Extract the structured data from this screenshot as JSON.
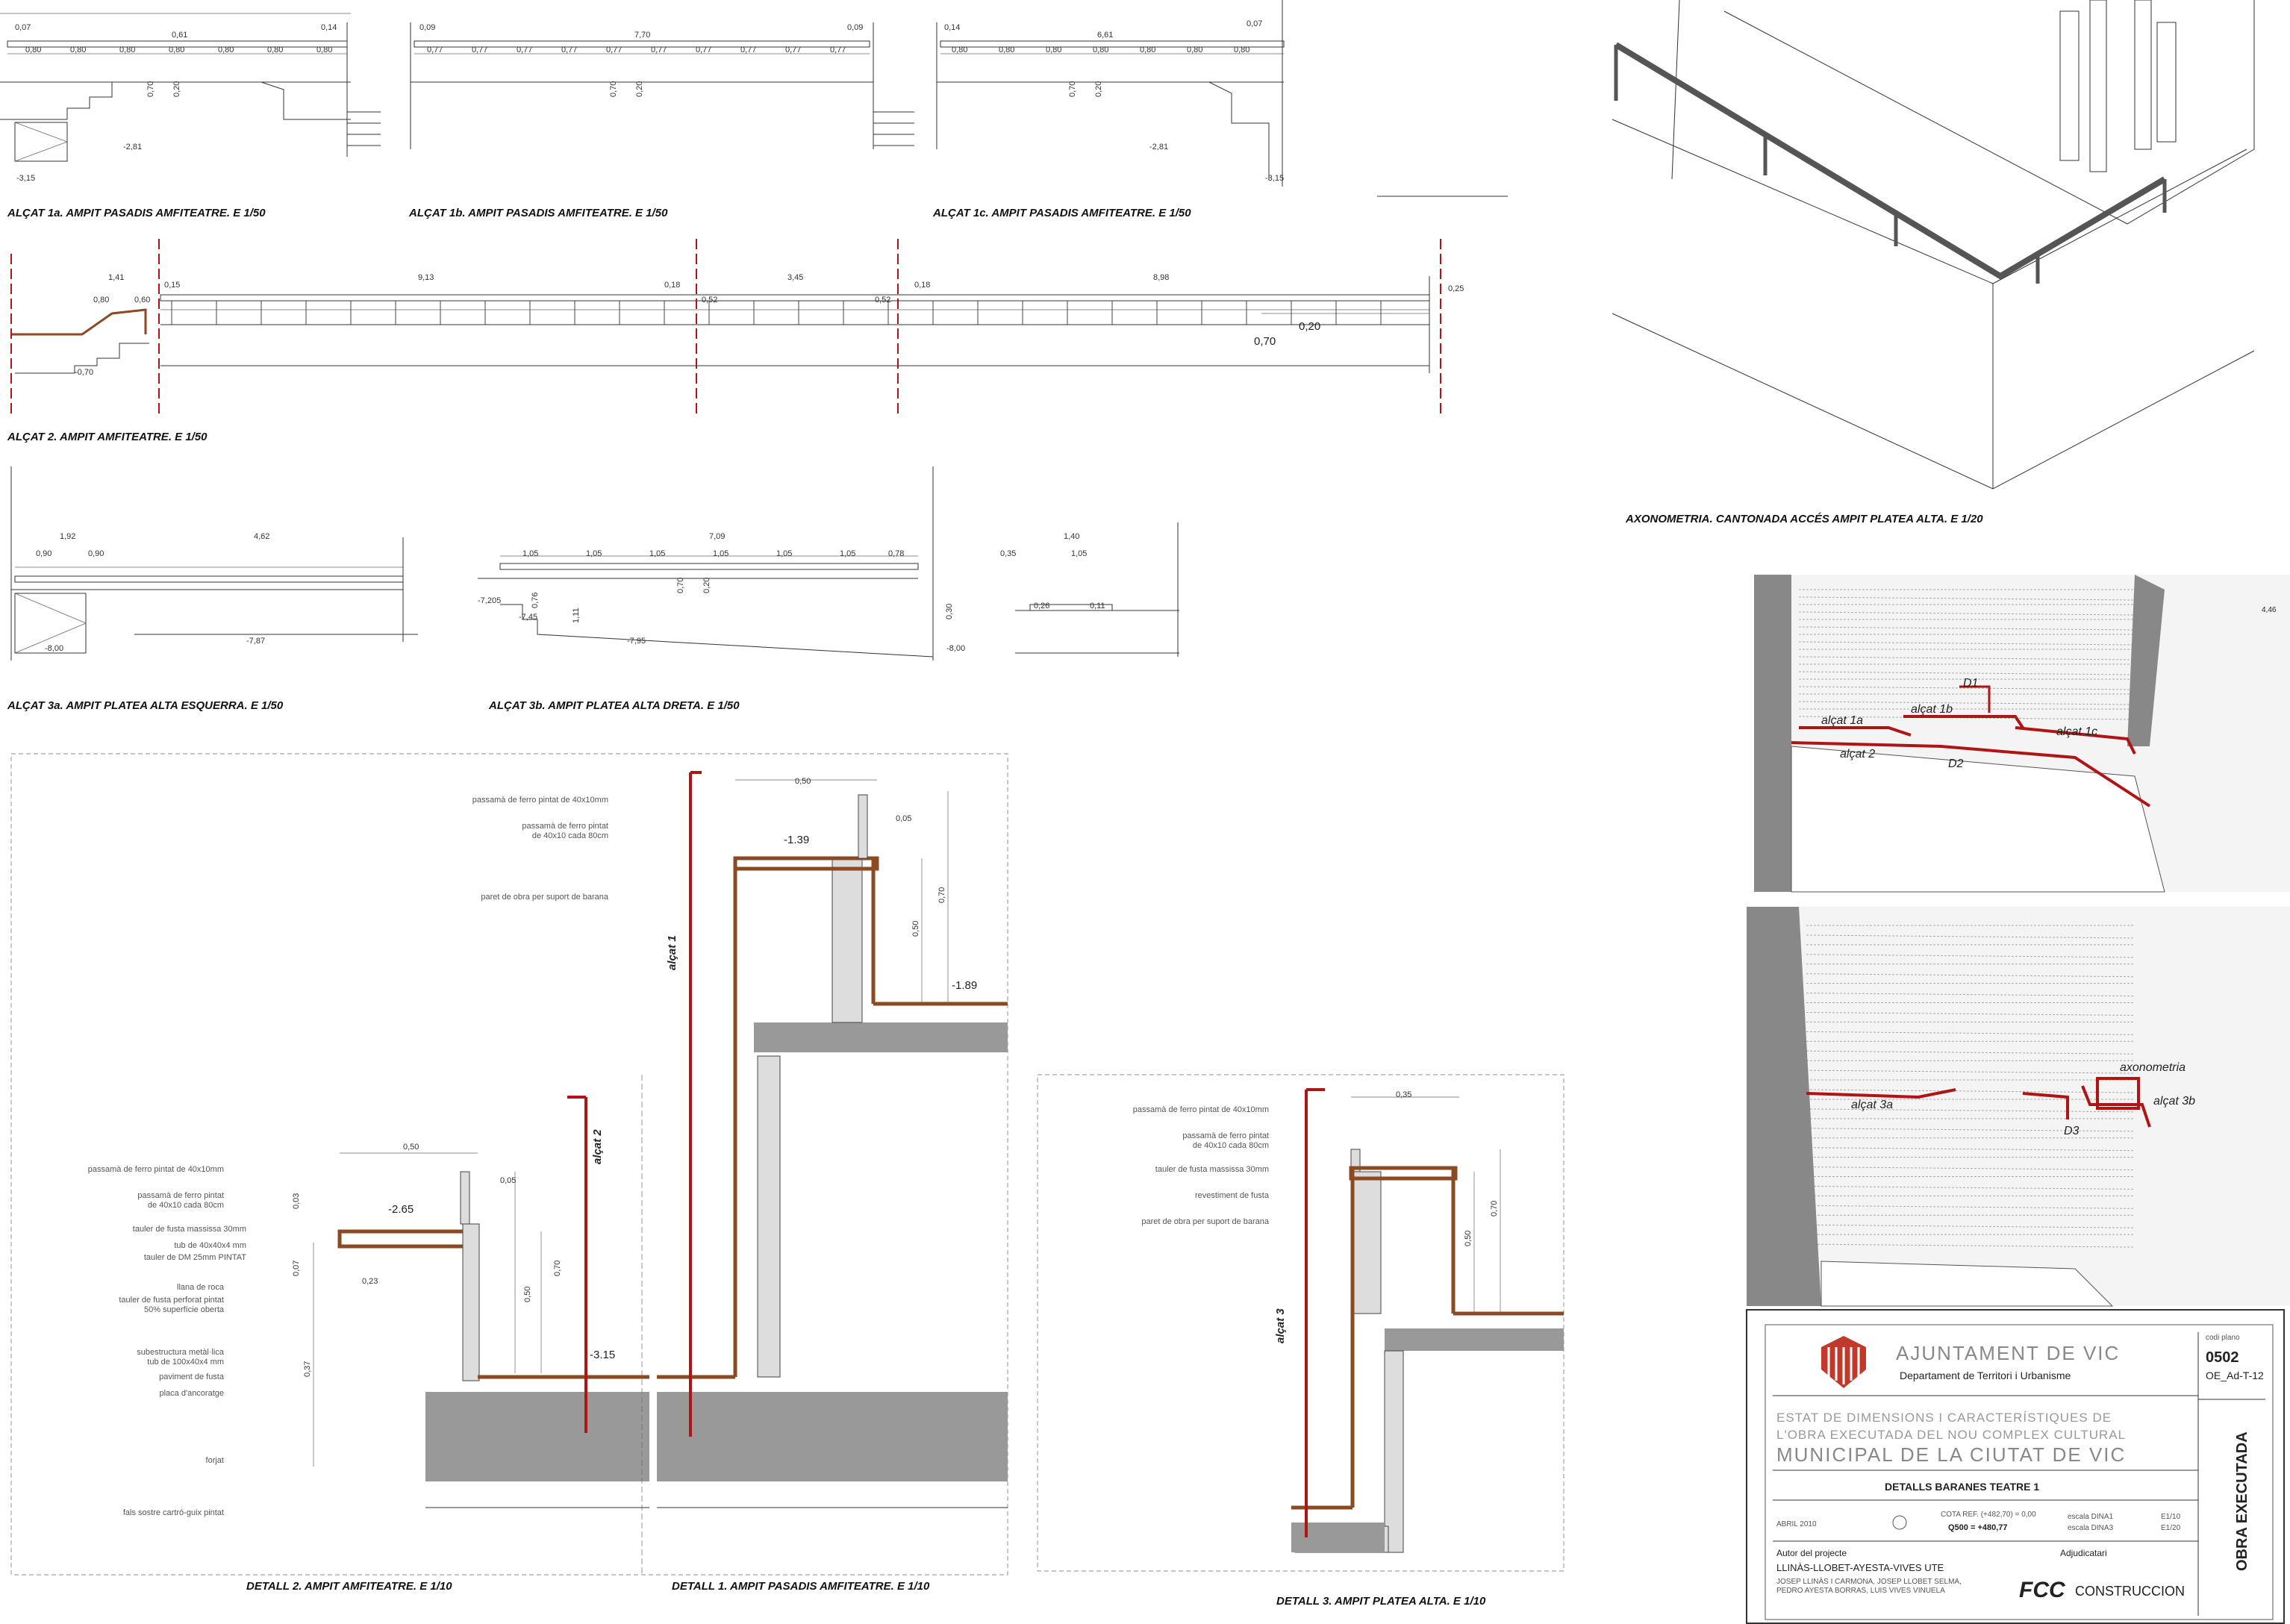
{
  "elevations": {
    "e1a": {
      "caption": "ALÇAT 1a. AMPIT PASADIS AMFITEATRE. E 1/50",
      "dims": [
        "0,07",
        "0,61",
        "0,14",
        "0,80",
        "0,80",
        "0,80",
        "0,80",
        "0,80",
        "0,80",
        "0,80"
      ],
      "levels": [
        "-2,81",
        "-3,15"
      ],
      "heights": [
        "0,70",
        "0,20"
      ]
    },
    "e1b": {
      "caption": "ALÇAT 1b. AMPIT PASADIS AMFITEATRE. E 1/50",
      "dims": [
        "0,09",
        "7,70",
        "0,09",
        "0,77",
        "0,77",
        "0,77",
        "0,77",
        "0,77",
        "0,77",
        "0,77",
        "0,77",
        "0,77",
        "0,77"
      ],
      "heights": [
        "0,70",
        "0,20"
      ]
    },
    "e1c": {
      "caption": "ALÇAT 1c. AMPIT PASADIS AMFITEATRE. E 1/50",
      "dims": [
        "0,14",
        "6,61",
        "0,07",
        "0,80",
        "0,80",
        "0,80",
        "0,80",
        "0,80",
        "0,80",
        "0,80"
      ],
      "levels": [
        "-2,81",
        "-3,15"
      ],
      "heights": [
        "0,70",
        "0,20"
      ]
    },
    "e2": {
      "caption": "ALÇAT 2. AMPIT AMFITEATRE. E 1/50",
      "dims": [
        "1,41",
        "0,15",
        "9,13",
        "0,18",
        "3,45",
        "0,18",
        "8,98",
        "0,25",
        "0,80",
        "0,60",
        "0,52",
        "0,52"
      ],
      "levels": [
        "-0,70",
        "0,20",
        "0,70"
      ]
    },
    "e3a": {
      "caption": "ALÇAT 3a. AMPIT PLATEA ALTA ESQUERRA. E 1/50",
      "dims": [
        "1,92",
        "4,62",
        "0,90",
        "0,90"
      ],
      "levels": [
        "-8,00",
        "-7,87"
      ]
    },
    "e3b": {
      "caption": "ALÇAT 3b. AMPIT PLATEA ALTA DRETA. E 1/50",
      "dims": [
        "7,09",
        "1,05",
        "1,05",
        "1,05",
        "1,05",
        "1,05",
        "1,05",
        "0,78",
        "1,40",
        "0,35",
        "1,05",
        "0,26",
        "0,11"
      ],
      "levels": [
        "-7,205",
        "-7,45",
        "-7,95",
        "-8,00"
      ],
      "heights": [
        "0,70",
        "0,20",
        "1,11",
        "0,76",
        "0,30"
      ]
    }
  },
  "axo": {
    "caption": "AXONOMETRIA. CANTONADA ACCÉS AMPIT PLATEA ALTA. E 1/20"
  },
  "details": {
    "d2": {
      "caption": "DETALL 2. AMPIT AMFITEATRE. E 1/10",
      "section_label": "alçat 2",
      "level_top": "-2.65",
      "level_bottom": "-3.15",
      "notes": [
        "passamà de ferro pintat de 40x10mm",
        "passamà de ferro pintat",
        "de 40x10 cada 80cm",
        "tauler de fusta massissa 30mm",
        "tub de 40x40x4 mm",
        "tauler de DM 25mm PINTAT",
        "llana de roca",
        "tauler de fusta perforat pintat",
        "50% superfície oberta",
        "subestructura metàl·lica",
        "tub de 100x40x4 mm",
        "paviment de fusta",
        "placa d'ancoratge",
        "forjat",
        "fals sostre cartró-guix pintat"
      ],
      "dims": [
        "0,50",
        "0,05",
        "0,03",
        "0,23",
        "0,07",
        "0,50",
        "0,70",
        "0,37"
      ]
    },
    "d1": {
      "caption": "DETALL 1. AMPIT PASADIS AMFITEATRE. E 1/10",
      "section_label": "alçat 1",
      "level_top": "-1.39",
      "level_bottom": "-1.89",
      "notes": [
        "passamà de ferro pintat de 40x10mm",
        "passamà de ferro pintat",
        "de 40x10 cada 80cm",
        "paret de obra per suport de barana"
      ],
      "dims": [
        "0,50",
        "0,05",
        "0,50",
        "0,70"
      ]
    },
    "d3": {
      "caption": "DETALL 3. AMPIT PLATEA ALTA. E 1/10",
      "section_label": "alçat 3",
      "notes": [
        "passamà de ferro pintat de 40x10mm",
        "passamà de ferro pintat",
        "de 40x10 cada 80cm",
        "tauler de fusta massissa 30mm",
        "revestiment de fusta",
        "paret de obra per suport de barana"
      ],
      "dims": [
        "0,35",
        "0,50",
        "0,70"
      ]
    }
  },
  "plans": {
    "upper_labels": [
      "alçat 1a",
      "alçat 1b",
      "alçat 1c",
      "alçat 2",
      "D1",
      "D2"
    ],
    "lower_labels": [
      "alçat 3a",
      "alçat 3b",
      "D3",
      "axonometria"
    ],
    "level_note": "4,46"
  },
  "titleblock": {
    "authority": "AJUNTAMENT DE VIC",
    "department": "Departament de Territori i Urbanisme",
    "code_label": "codi plano",
    "code": "0502",
    "code_sub": "OE_Ad-T-12",
    "description": [
      "ESTAT DE DIMENSIONS I CARACTERÍSTIQUES DE",
      "L'OBRA EXECUTADA DEL NOU COMPLEX CULTURAL"
    ],
    "project": "MUNICIPAL DE LA CIUTAT DE VIC",
    "vertical": "OBRA EXECUTADA",
    "sheet_title": "DETALLS BARANES TEATRE 1",
    "date": "ABRIL 2010",
    "cota_ref": "COTA REF. (+482,70) = 0,00",
    "cota_value": "Q500 = +480,77",
    "scales": [
      "escala DINA1",
      "E1/10",
      "escala DINA3",
      "E1/20"
    ],
    "author_label": "Autor del projecte",
    "authors": "LLINÀS-LLOBET-AYESTA-VIVES UTE",
    "authors_names": [
      "JOSEP LLINÀS I CARMONA, JOSEP LLOBET SELMA,",
      "PEDRO AYESTA BORRAS, LUIS VIVES VINUELA"
    ],
    "contractor_label": "Adjudicatari",
    "contractor": "CONSTRUCCION",
    "contractor_logo": "FCC"
  }
}
